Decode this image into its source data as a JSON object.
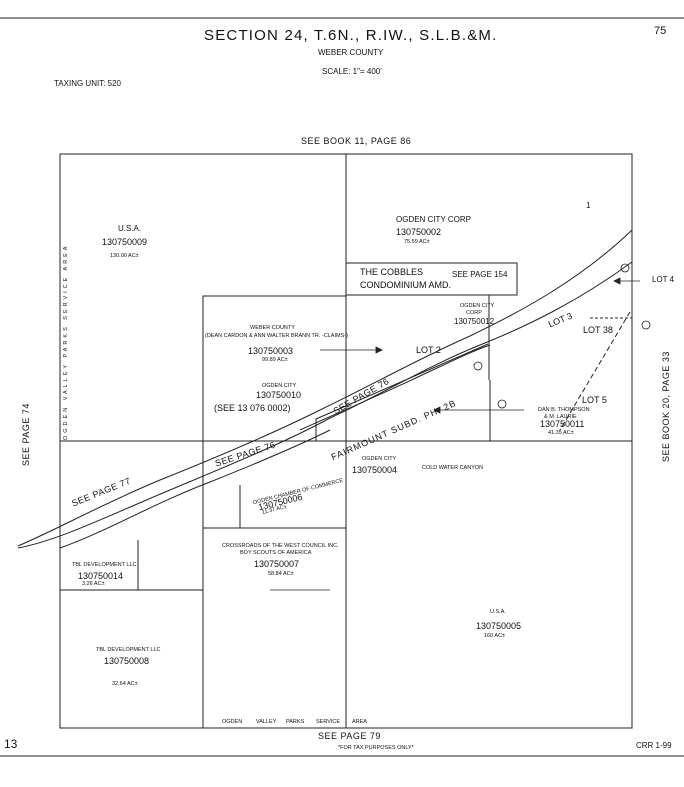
{
  "header": {
    "title": "SECTION 24, T.6N., R.IW., S.L.B.&M.",
    "page_number": "75",
    "county": "WEBER COUNTY",
    "scale": "SCALE: 1\"= 400'",
    "taxing_unit": "TAXING UNIT: 520"
  },
  "refs": {
    "top": "SEE BOOK 11, PAGE 86",
    "bottom": "SEE PAGE 79",
    "left": "SEE PAGE 74",
    "right": "SEE BOOK 20, PAGE 33",
    "page77": "SEE PAGE 77",
    "page76a": "SEE PAGE 76",
    "page76b": "SEE PAGE 76",
    "page154": "SEE PAGE 154"
  },
  "parcels": {
    "usa_nw": {
      "owner": "U.S.A.",
      "id": "130750009",
      "acres": "130.00 AC±"
    },
    "ogden_city_corp": {
      "owner": "OGDEN CITY CORP",
      "id": "130750002",
      "acres": "75.59 AC±"
    },
    "cobbles": {
      "line1": "THE COBBLES",
      "line2": "CONDOMINIUM AMD."
    },
    "weber_county": {
      "owner": "WEBER COUNTY",
      "note": "(DEAN CARDON & ANN WALTER BRANN TR. -CLAIMS-)",
      "id": "130750003",
      "acres": "99.89 AC±"
    },
    "ogden_city_0010": {
      "owner": "OGDEN CITY",
      "id": "130750010",
      "see": "(SEE 13 076 0002)"
    },
    "ogden_city_0012": {
      "owner_l1": "OGDEN CITY",
      "owner_l2": "CORP",
      "id": "130750012"
    },
    "lot2": {
      "label": "LOT 2"
    },
    "lot3": {
      "label": "LOT 3"
    },
    "lot38": {
      "label": "LOT 38"
    },
    "lot4": {
      "label": "LOT 4"
    },
    "lot5": {
      "label": "LOT 5"
    },
    "lot1": {
      "label": "1"
    },
    "dan_thompson": {
      "owner_l1": "DAN B. THOMPSON",
      "owner_l2": "& M. LAURIE",
      "id": "130750011",
      "acres": "41.35 AC±"
    },
    "fairmount": {
      "label": "FAIRMOUNT SUBD. PH. 2B"
    },
    "ogden_city_0004": {
      "owner": "OGDEN CITY",
      "id": "130750004",
      "note": "COLD WATER CANYON"
    },
    "chamber": {
      "owner": "OGDEN CHAMBER OF COMMERCE",
      "id": "130750006",
      "acres": "11.37 AC±"
    },
    "crossroads": {
      "owner_l1": "CROSSROADS OF THE WEST COUNCIL INC.",
      "owner_l2": "BOY SCOUTS OF AMERICA",
      "id": "130750007",
      "acres": "58.84 AC±"
    },
    "tbl_small": {
      "owner": "TBL DEVELOPMENT LLC",
      "id": "130750014",
      "acres": "3.26 AC±"
    },
    "tbl_large": {
      "owner": "TBL DEVELOPMENT LLC",
      "id": "130750008",
      "acres": "32.64 AC±"
    },
    "usa_se": {
      "owner": "U.S.A.",
      "id": "130750005",
      "acres": "160 AC±"
    },
    "road_left": "OGDEN VALLEY PARKS SERVICE AREA",
    "road_bottom": [
      "OGDEN",
      "VALLEY",
      "PARKS",
      "SERVICE",
      "AREA"
    ]
  },
  "footer": {
    "left_number": "13",
    "note": "*FOR TAX PURPOSES ONLY*",
    "code": "CRR 1-99"
  }
}
